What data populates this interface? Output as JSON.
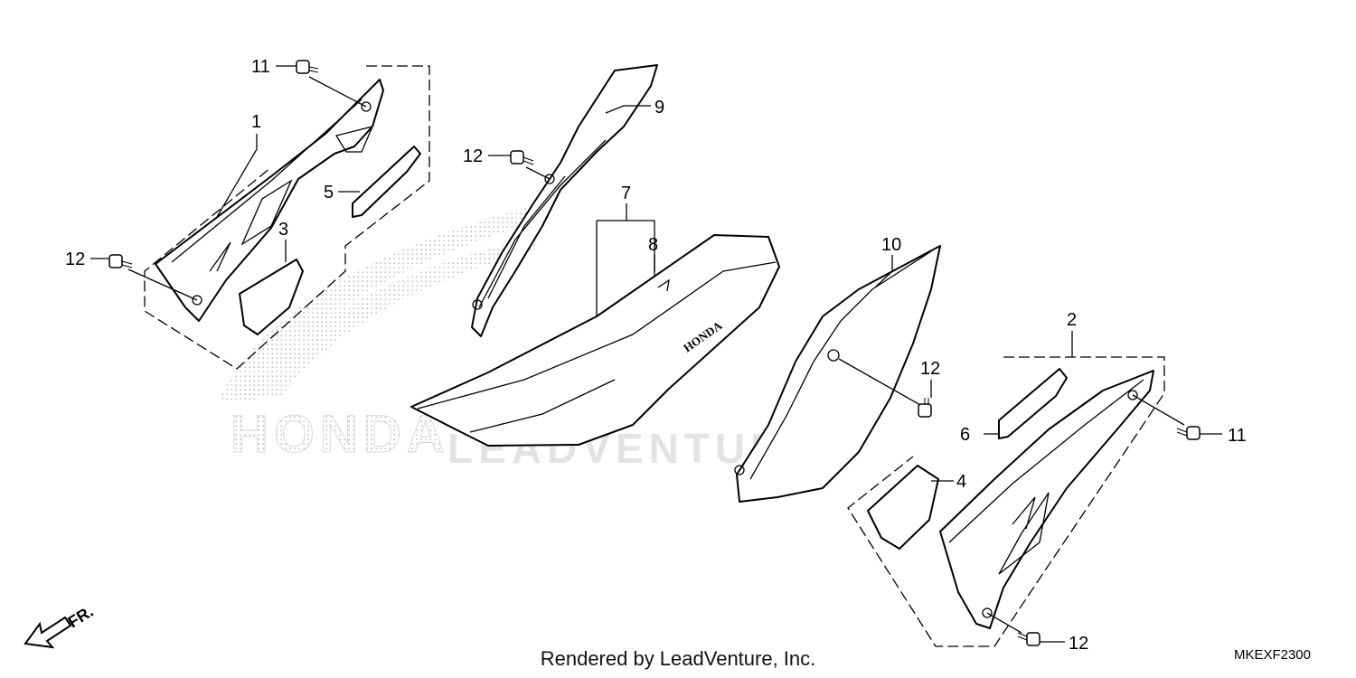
{
  "watermark": {
    "brand_text": "HONDA",
    "dealer_text": "LEADVENTURE"
  },
  "direction_label": "FR.",
  "callouts": {
    "c1": "1",
    "c2": "2",
    "c3": "3",
    "c4": "4",
    "c5": "5",
    "c6": "6",
    "c7": "7",
    "c8": "8",
    "c9": "9",
    "c10": "10",
    "c11_left": "11",
    "c11_right": "11",
    "c12_left_lower": "12",
    "c12_left_upper": "12",
    "c12_center": "12",
    "c12_right_bottom": "12"
  },
  "seat_logo_text": "HONDA",
  "footer": {
    "credit": "Rendered by LeadVenture, Inc.",
    "diagram_code": "MKEXF2300"
  }
}
